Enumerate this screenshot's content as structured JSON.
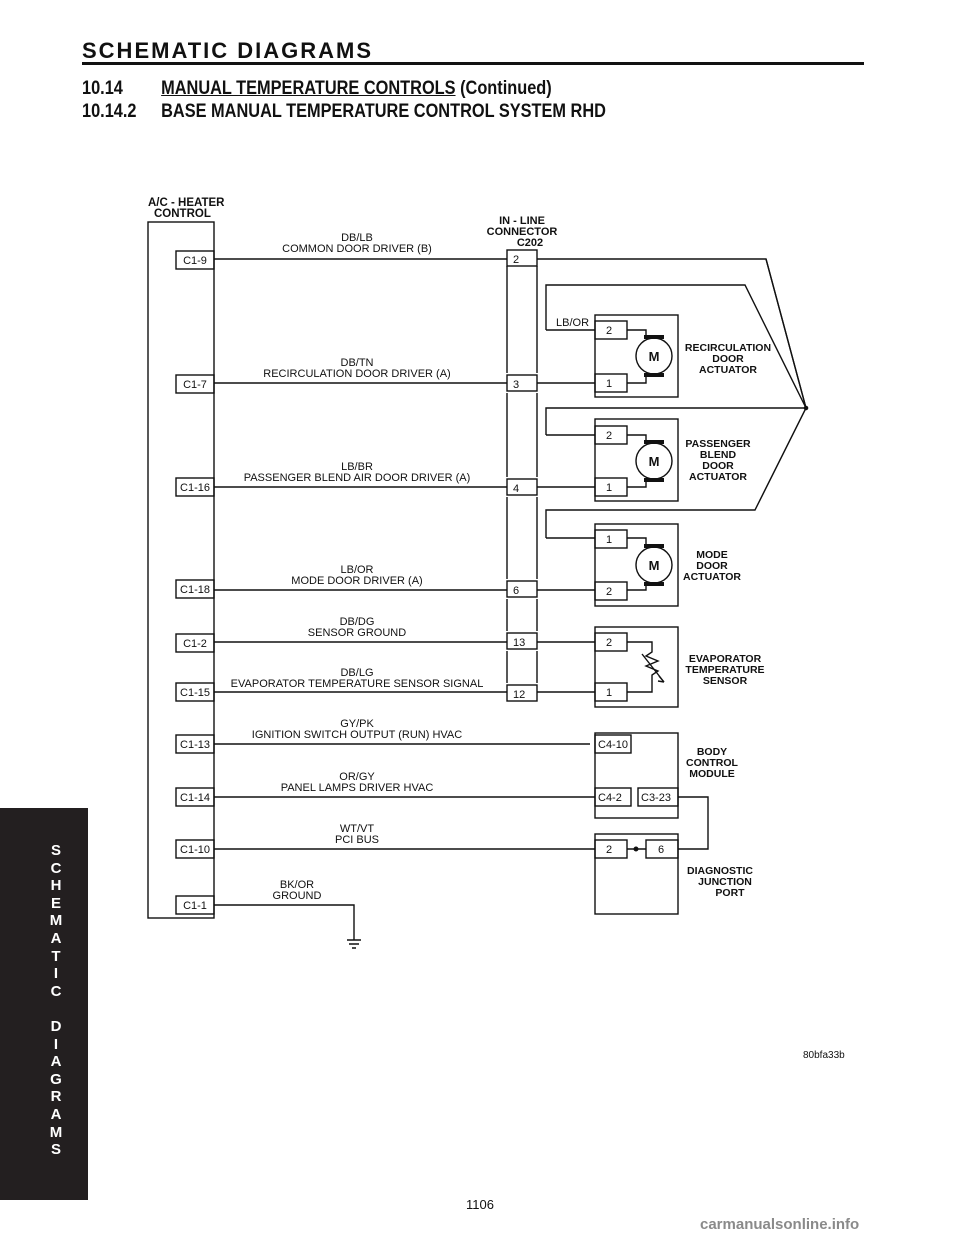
{
  "header": {
    "title": "SCHEMATIC DIAGRAMS"
  },
  "sections": [
    {
      "number": "10.14",
      "title": "MANUAL TEMPERATURE CONTROLS",
      "suffix": "(Continued)"
    },
    {
      "number": "10.14.2",
      "title": "BASE MANUAL TEMPERATURE CONTROL SYSTEM RHD"
    }
  ],
  "side_tab": {
    "letters": [
      "S",
      "C",
      "H",
      "E",
      "M",
      "A",
      "T",
      "I",
      "C",
      "",
      "D",
      "I",
      "A",
      "G",
      "R",
      "A",
      "M",
      "S"
    ]
  },
  "page_number": "1106",
  "watermark": "carmanualsonline.info",
  "diagram": {
    "figure_id": "80bfa33b",
    "control": {
      "line1": "A/C - HEATER",
      "line2": "CONTROL"
    },
    "inline_connector": {
      "line1": "IN - LINE",
      "line2": "CONNECTOR",
      "line3": "C202"
    },
    "circuits": [
      {
        "pin": "C1-9",
        "color": "DB/LB",
        "name": "COMMON DOOR DRIVER (B)",
        "c202": "2"
      },
      {
        "pin": "C1-7",
        "color": "DB/TN",
        "name": "RECIRCULATION DOOR DRIVER (A)",
        "c202": "3"
      },
      {
        "pin": "C1-16",
        "color": "LB/BR",
        "name": "PASSENGER BLEND AIR DOOR DRIVER (A)",
        "c202": "4"
      },
      {
        "pin": "C1-18",
        "color": "LB/OR",
        "name": "MODE DOOR DRIVER (A)",
        "c202": "6"
      },
      {
        "pin": "C1-2",
        "color": "DB/DG",
        "name": "SENSOR GROUND",
        "c202": "13"
      },
      {
        "pin": "C1-15",
        "color": "DB/LG",
        "name": "EVAPORATOR TEMPERATURE SENSOR SIGNAL",
        "c202": "12"
      },
      {
        "pin": "C1-13",
        "color": "GY/PK",
        "name": "IGNITION SWITCH  OUTPUT (RUN) HVAC"
      },
      {
        "pin": "C1-14",
        "color": "OR/GY",
        "name": "PANEL LAMPS DRIVER HVAC"
      },
      {
        "pin": "C1-10",
        "color": "WT/VT",
        "name": "PCI BUS"
      },
      {
        "pin": "C1-1",
        "color": "BK/OR",
        "name": "GROUND"
      }
    ],
    "branch_wire_color": "LB/OR",
    "motor_symbol": "M",
    "recirc_actuator": {
      "pin_top": "2",
      "pin_bottom": "1",
      "label": [
        "RECIRCULATION",
        "DOOR",
        "ACTUATOR"
      ]
    },
    "blend_actuator": {
      "pin_top": "2",
      "pin_bottom": "1",
      "label": [
        "PASSENGER",
        "BLEND",
        "DOOR",
        "ACTUATOR"
      ]
    },
    "mode_actuator": {
      "pin_top": "1",
      "pin_bottom": "2",
      "label": [
        "MODE",
        "DOOR",
        "ACTUATOR"
      ]
    },
    "evap_sensor": {
      "pin_top": "2",
      "pin_bottom": "1",
      "label": [
        "EVAPORATOR",
        "TEMPERATURE",
        "SENSOR"
      ]
    },
    "bcm": {
      "pin_a": "C4-10",
      "pin_b": "C4-2",
      "pin_c": "C3-23",
      "label": [
        "BODY",
        "CONTROL",
        "MODULE"
      ]
    },
    "djp": {
      "pin_a": "2",
      "pin_b": "6",
      "label": [
        "DIAGNOSTIC",
        "JUNCTION",
        "PORT"
      ]
    }
  }
}
